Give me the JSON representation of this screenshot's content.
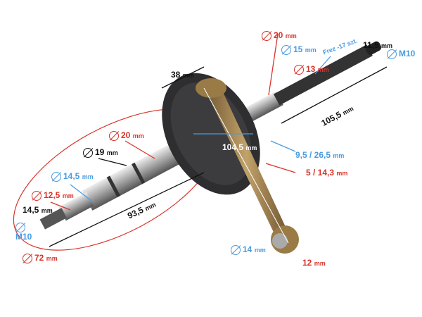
{
  "colors": {
    "red": "#d8342b",
    "blue": "#4a9be0",
    "black": "#111111",
    "rod": "#9a7a45",
    "disc": "#2e2e30",
    "steel": "#b8b8bc"
  },
  "labels": {
    "dia_20_right": {
      "value": "20",
      "unit": "mm"
    },
    "dia_15": {
      "value": "15",
      "unit": "mm"
    },
    "splines": {
      "text": "Frez -17 szt."
    },
    "len_11_5": {
      "value": "11,5",
      "unit": "mm"
    },
    "thread_right": {
      "value": "M10"
    },
    "dia_13": {
      "value": "13",
      "unit": "mm"
    },
    "len_38": {
      "value": "38",
      "unit": "mm"
    },
    "len_105_5": {
      "value": "105,5",
      "unit": "mm"
    },
    "dia_20_left": {
      "value": "20",
      "unit": "mm"
    },
    "dia_19": {
      "value": "19",
      "unit": "mm"
    },
    "len_104_5": {
      "value": "104,5",
      "unit": "mm"
    },
    "offset_9_5": {
      "value": "9,5 / 26,5",
      "unit": "mm"
    },
    "offset_5": {
      "value": "5 / 14,3",
      "unit": "mm"
    },
    "dia_14_5": {
      "value": "14,5",
      "unit": "mm"
    },
    "dia_12_5": {
      "value": "12,5",
      "unit": "mm"
    },
    "len_14_5": {
      "value": "14,5",
      "unit": "mm"
    },
    "len_93_5": {
      "value": "93,5",
      "unit": "mm"
    },
    "thread_left": {
      "value": "M10"
    },
    "dia_72": {
      "value": "72",
      "unit": "mm"
    },
    "dia_14": {
      "value": "14",
      "unit": "mm"
    },
    "width_12": {
      "value": "12",
      "unit": "mm"
    }
  }
}
